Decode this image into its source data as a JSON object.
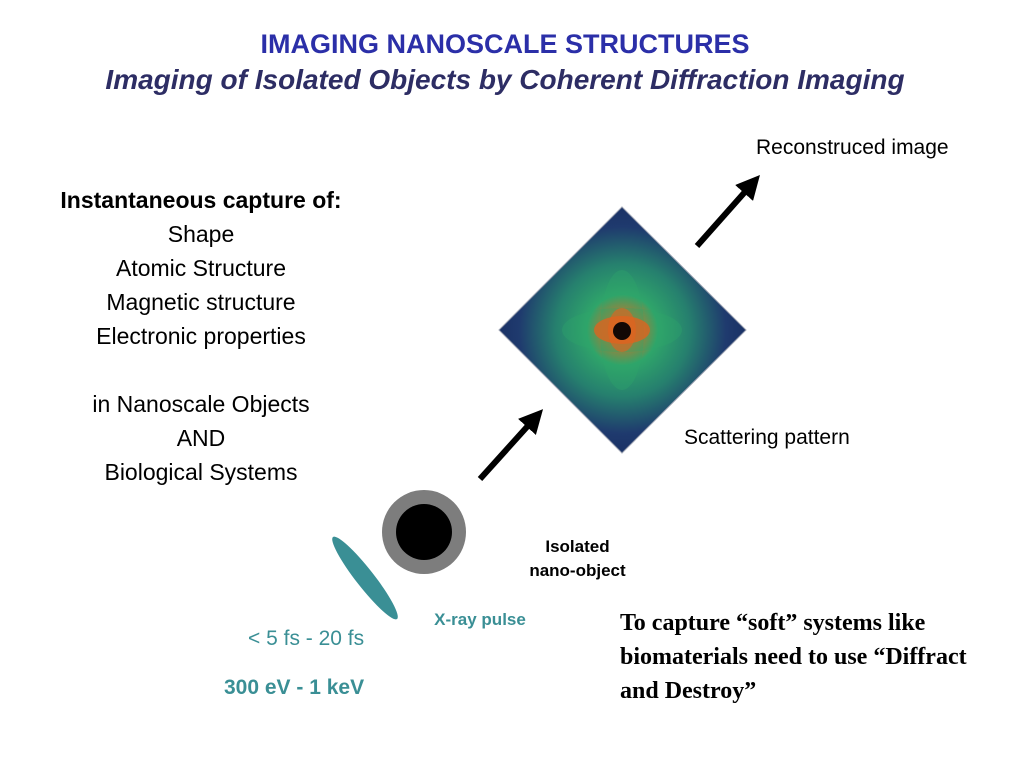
{
  "title": "IMAGING NANOSCALE STRUCTURES",
  "subtitle": "Imaging of Isolated Objects by Coherent Diffraction Imaging",
  "capture_list": {
    "heading": "Instantaneous capture of:",
    "items": [
      "Shape",
      "Atomic Structure",
      "Magnetic structure",
      "Electronic properties"
    ],
    "tail": [
      "in Nanoscale Objects",
      "AND",
      "Biological Systems"
    ]
  },
  "labels": {
    "reconstructed": "Reconstruced image",
    "scattering": "Scattering pattern",
    "isolated_line1": "Isolated",
    "isolated_line2": "nano-object",
    "xray": "X-ray pulse",
    "pulse_duration": "< 5 fs - 20 fs",
    "energy": "300 eV - 1 keV"
  },
  "note": "To capture “soft” systems like biomaterials need to use “Diffract and Destroy”",
  "colors": {
    "title": "#2b2fa8",
    "subtitle": "#2d2d64",
    "teal": "#3a8f95",
    "pattern_bg": "#1f3a6e",
    "pattern_green": "#2fa56a",
    "pattern_orange": "#e2621e"
  }
}
